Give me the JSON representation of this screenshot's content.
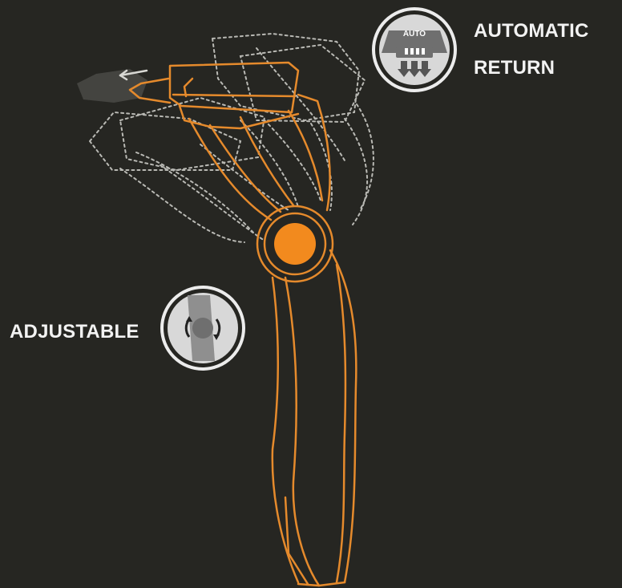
{
  "features": {
    "automatic_return": {
      "line1": "AUTOMATIC",
      "line2": "RETURN",
      "badge_text": "AUTO",
      "icon": "auto-return-icon"
    },
    "adjustable": {
      "label": "ADJUSTABLE",
      "icon": "adjustable-rotation-icon"
    }
  },
  "colors": {
    "background": "#262622",
    "accent": "#f28a1e",
    "outline": "#e58a2c",
    "ghost": "#b9b9b4",
    "label": "#f2f2f2"
  }
}
